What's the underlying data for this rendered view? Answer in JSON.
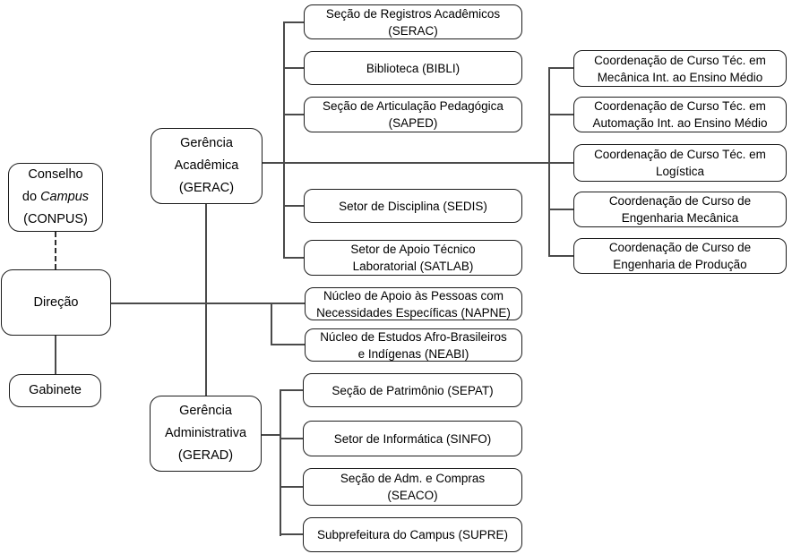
{
  "colors": {
    "background": "#ffffff",
    "node_border": "#1c1c1c",
    "connector": "#4a4a4a",
    "text": "#000000"
  },
  "nodes": {
    "conpus": {
      "line1": "Conselho",
      "line2_pre": "do",
      "line2_italic": "Campus",
      "line3": "(CONPUS)"
    },
    "direcao": {
      "label": "Direção"
    },
    "gabinete": {
      "label": "Gabinete"
    },
    "gerac": {
      "label": "Gerência\nAcadêmica\n(GERAC)"
    },
    "gerad": {
      "label": "Gerência\nAdministrativa\n(GERAD)"
    },
    "serac": {
      "label": "Seção de Registros Acadêmicos\n(SERAC)"
    },
    "bibli": {
      "label": "Biblioteca (BIBLI)"
    },
    "saped": {
      "label": "Seção de Articulação Pedagógica\n(SAPED)"
    },
    "sedis": {
      "label": "Setor de Disciplina (SEDIS)"
    },
    "satlab": {
      "label": "Setor de Apoio Técnico\nLaboratorial (SATLAB)"
    },
    "napne": {
      "label": "Núcleo de Apoio às Pessoas com\nNecessidades Específicas (NAPNE)"
    },
    "neabi": {
      "label": "Núcleo de Estudos Afro-Brasileiros\ne Indígenas (NEABI)"
    },
    "sepat": {
      "label": "Seção de Patrimônio (SEPAT)"
    },
    "sinfo": {
      "label": "Setor de Informática (SINFO)"
    },
    "seaco": {
      "label": "Seção de Adm. e Compras\n(SEACO)"
    },
    "supre": {
      "label": "Subprefeitura do Campus (SUPRE)"
    },
    "coord_mec": {
      "label": "Coordenação de Curso Téc. em\nMecânica Int. ao Ensino Médio"
    },
    "coord_auto": {
      "label": "Coordenação de Curso Téc. em\nAutomação Int. ao Ensino Médio"
    },
    "coord_log": {
      "label": "Coordenação de Curso Téc. em\nLogística"
    },
    "coord_engmec": {
      "label": "Coordenação de Curso de\nEngenharia Mecânica"
    },
    "coord_engprod": {
      "label": "Coordenação de Curso de\nEngenharia de Produção"
    }
  }
}
